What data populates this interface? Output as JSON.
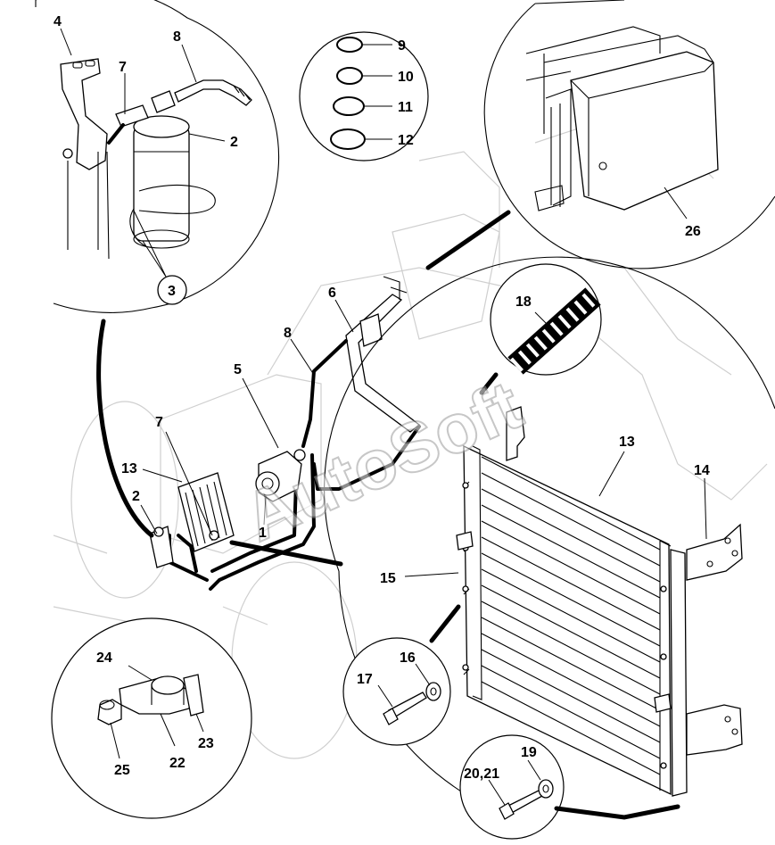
{
  "watermark": "AutoSoft",
  "labels": {
    "l1": "1",
    "l2a": "2",
    "l2b": "2",
    "l3": "3",
    "l4": "4",
    "l5": "5",
    "l6": "6",
    "l7a": "7",
    "l7b": "7",
    "l8a": "8",
    "l8b": "8",
    "l9": "9",
    "l10": "10",
    "l11": "11",
    "l12": "12",
    "l13a": "13",
    "l13b": "13",
    "l14": "14",
    "l15": "15",
    "l16": "16",
    "l17": "17",
    "l18": "18",
    "l19": "19",
    "l20": "20,21",
    "l22": "22",
    "l23": "23",
    "l24": "24",
    "l25": "25",
    "l26": "26"
  },
  "colors": {
    "line": "#000000",
    "background": "#ffffff",
    "ghost": "#cfcfcf"
  }
}
